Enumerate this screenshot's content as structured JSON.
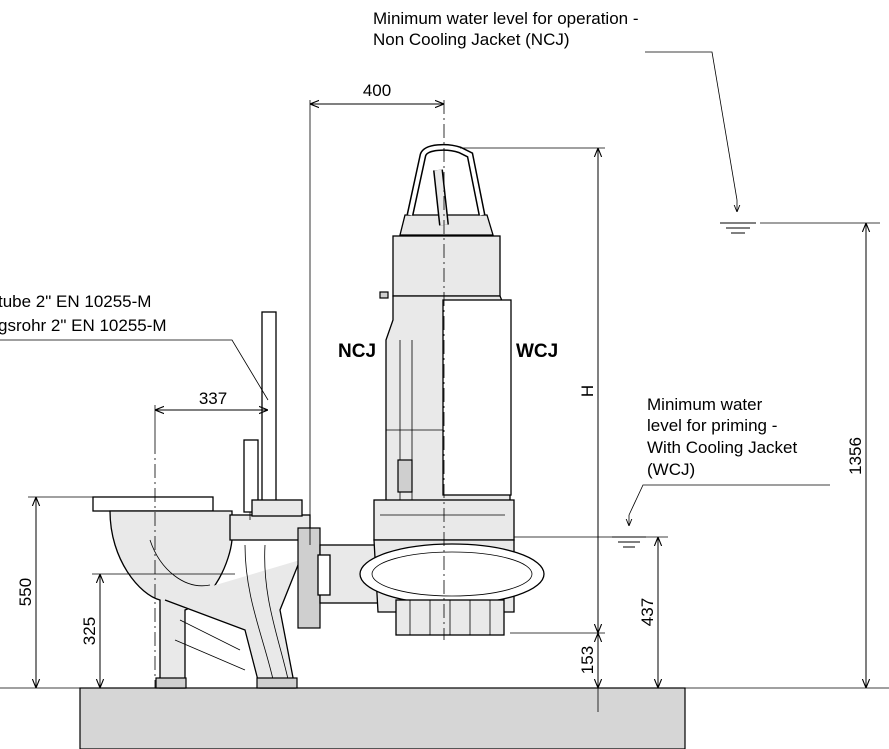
{
  "labels": {
    "ncj_level_line1": "Minimum water level for operation -",
    "ncj_level_line2": "Non Cooling Jacket (NCJ)",
    "tube_line1": "tube 2\" EN 10255-M",
    "tube_line2": "gsrohr 2\" EN 10255-M",
    "ncj": "NCJ",
    "wcj": "WCJ",
    "wcj_level_line1": "Minimum water",
    "wcj_level_line2": "level for priming -",
    "wcj_level_line3": "With Cooling Jacket",
    "wcj_level_line4": "(WCJ)"
  },
  "dimensions": {
    "width_top": "400",
    "guide_offset": "337",
    "height_H": "H",
    "level_ncj": "1356",
    "level_wcj": "437",
    "flange_height": "550",
    "outlet_height": "325",
    "clearance": "153"
  }
}
